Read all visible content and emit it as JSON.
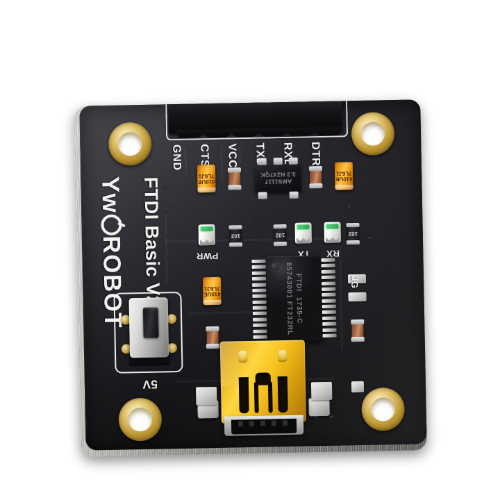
{
  "scene": {
    "subject": "FTDI Basic V2 USB-to-serial breakout board photo",
    "background_color": "#ffffff",
    "board_color": "#141417",
    "accent_gold": "#d8b65c",
    "usb_gold": "#f7c421",
    "silk_white": "#f2f2f0"
  },
  "board": {
    "brand": "YwROBOT",
    "name": "FTDI Basic V2",
    "voltage_label": "5V"
  },
  "header": {
    "pin_count": 6,
    "pins": [
      {
        "label": "GND"
      },
      {
        "label": "CTS"
      },
      {
        "label": "VCC"
      },
      {
        "label": "TXD"
      },
      {
        "label": "RXD"
      },
      {
        "label": "DTR"
      }
    ]
  },
  "leds": [
    {
      "name": "PWR",
      "label": "PWR"
    },
    {
      "name": "TX",
      "label": "TX"
    },
    {
      "name": "RX",
      "label": "RX"
    }
  ],
  "ic": {
    "line1": "FTDI",
    "line2": "1735-C",
    "line3": "85743001",
    "line4": "FT232RL"
  },
  "regulator": {
    "line1": "AMS1117",
    "line2": "3.3 HZ47QK"
  },
  "capacitors": [
    {
      "id": "c1",
      "marking": "410UE 7L6J1"
    },
    {
      "id": "c2",
      "marking": "410UE 7L6J1"
    },
    {
      "id": "c3",
      "marking": "410UE 7L6J1"
    }
  ],
  "resistors": [
    {
      "id": "r1",
      "code": "102"
    },
    {
      "id": "r2",
      "code": "102"
    },
    {
      "id": "r3",
      "code": "102"
    }
  ],
  "jumper": {
    "label": "JG"
  },
  "connector": {
    "type": "mini-usb-b",
    "name": "Mini USB Type B"
  },
  "switch": {
    "name": "voltage-select-slide-switch",
    "position_label": "5V"
  },
  "mount_holes": [
    {
      "position": "top-left"
    },
    {
      "position": "top-right"
    },
    {
      "position": "bottom-left"
    },
    {
      "position": "bottom-right"
    }
  ]
}
